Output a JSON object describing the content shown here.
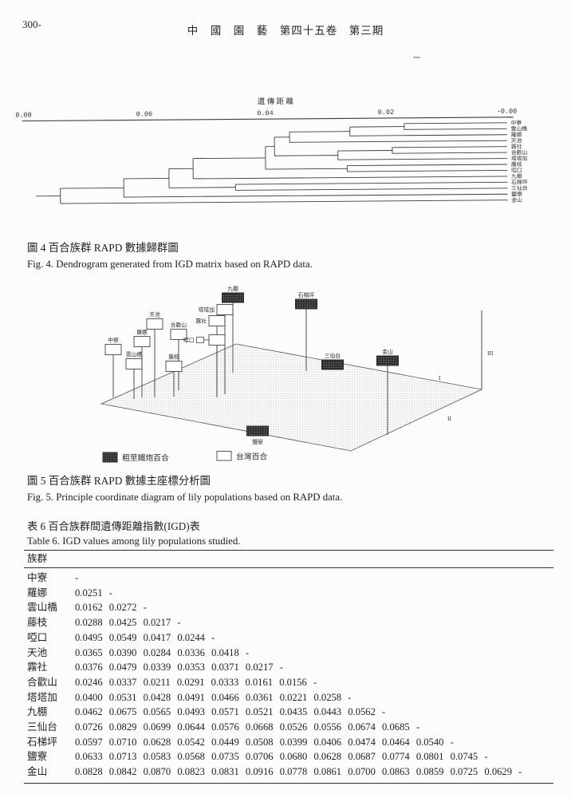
{
  "page": {
    "number": "300-",
    "journal": "中　國　園　藝　第四十五卷　第三期"
  },
  "figures": {
    "fig4": {
      "zh": "圖 4 百合族群 RAPD 數據歸群圖",
      "en": "Fig. 4. Dendrogram generated from IGD matrix based on RAPD data."
    },
    "fig5": {
      "zh": "圖 5 百合族群 RAPD 數據主座標分析圖",
      "en": "Fig. 5. Principle coordinate diagram of lily populations based on RAPD data."
    }
  },
  "table6": {
    "zh": "表 6 百合族群間遺傳距離指數(IGD)表",
    "en": "Table 6. IGD values among lily populations studied.",
    "row_header": "族群",
    "rows": [
      {
        "name": "中寮",
        "values": []
      },
      {
        "name": "羅娜",
        "values": [
          0.0251
        ]
      },
      {
        "name": "雲山橋",
        "values": [
          0.0162,
          0.0272
        ]
      },
      {
        "name": "藤枝",
        "values": [
          0.0288,
          0.0425,
          0.0217
        ]
      },
      {
        "name": "啞口",
        "values": [
          0.0495,
          0.0549,
          0.0417,
          0.0244
        ]
      },
      {
        "name": "天池",
        "values": [
          0.0365,
          0.039,
          0.0284,
          0.0336,
          0.0418
        ]
      },
      {
        "name": "霧社",
        "values": [
          0.0376,
          0.0479,
          0.0339,
          0.0353,
          0.0371,
          0.0217
        ]
      },
      {
        "name": "合歡山",
        "values": [
          0.0246,
          0.0337,
          0.0211,
          0.0291,
          0.0333,
          0.0161,
          0.0156
        ]
      },
      {
        "name": "塔塔加",
        "values": [
          0.04,
          0.0531,
          0.0428,
          0.0491,
          0.0466,
          0.0361,
          0.0221,
          0.0258
        ]
      },
      {
        "name": "九棚",
        "values": [
          0.0462,
          0.0675,
          0.0565,
          0.0493,
          0.0571,
          0.0521,
          0.0435,
          0.0443,
          0.0562
        ]
      },
      {
        "name": "三仙台",
        "values": [
          0.0726,
          0.0829,
          0.0699,
          0.0644,
          0.0576,
          0.0668,
          0.0526,
          0.0556,
          0.0674,
          0.0685
        ]
      },
      {
        "name": "石梯坪",
        "values": [
          0.0597,
          0.071,
          0.0628,
          0.0542,
          0.0449,
          0.0508,
          0.0399,
          0.0406,
          0.0474,
          0.0464,
          0.054
        ]
      },
      {
        "name": "鹽寮",
        "values": [
          0.0633,
          0.0713,
          0.0583,
          0.0568,
          0.0735,
          0.0706,
          0.068,
          0.0628,
          0.0687,
          0.0774,
          0.0801,
          0.0745
        ]
      },
      {
        "name": "金山",
        "values": [
          0.0828,
          0.0842,
          0.087,
          0.0823,
          0.0831,
          0.0916,
          0.0778,
          0.0861,
          0.07,
          0.0863,
          0.0859,
          0.0725,
          0.0629
        ]
      }
    ]
  },
  "chart_data": [
    {
      "type": "dendrogram",
      "title": "遺 傳 距 離",
      "xlabel_meaning": "genetic distance (IGD)",
      "axis_range": [
        0.08,
        0.0
      ],
      "axis_ticks": [
        {
          "label": "0.08",
          "value": 0.08
        },
        {
          "label": "0.06",
          "value": 0.06
        },
        {
          "label": "0.04",
          "value": 0.04
        },
        {
          "label": "0.02",
          "value": 0.02
        },
        {
          "label": "-0.00",
          "value": 0.0
        }
      ],
      "leaves": [
        "中寮",
        "雲山橋",
        "羅娜",
        "天池",
        "霧社",
        "合歡山",
        "塔塔加",
        "藤枝",
        "啞口",
        "九棚",
        "石梯坪",
        "三仙台",
        "鹽寮",
        "金山"
      ],
      "merges": [
        {
          "a": "中寮",
          "b": "雲山橋",
          "d": 0.017
        },
        {
          "a": "M0",
          "b": "羅娜",
          "d": 0.026
        },
        {
          "a": "M1",
          "b": "天池",
          "d": 0.036
        },
        {
          "a": "霧社",
          "b": "合歡山",
          "d": 0.019
        },
        {
          "a": "M3",
          "b": "塔塔加",
          "d": 0.028
        },
        {
          "a": "M2",
          "b": "M4",
          "d": 0.0385
        },
        {
          "a": "藤枝",
          "b": "啞口",
          "d": 0.0265
        },
        {
          "a": "M5",
          "b": "M6",
          "d": 0.04
        },
        {
          "a": "M7",
          "b": "九棚",
          "d": 0.052
        },
        {
          "a": "石梯坪",
          "b": "三仙台",
          "d": 0.045
        },
        {
          "a": "M8",
          "b": "M9",
          "d": 0.056
        },
        {
          "a": "M10",
          "b": "鹽寮",
          "d": 0.0635
        },
        {
          "a": "M11",
          "b": "金山",
          "d": 0.074
        }
      ],
      "root_tail": 0.078
    },
    {
      "type": "pcoa_3d_scatter",
      "axes": [
        "I",
        "II",
        "III"
      ],
      "legend": [
        {
          "label": "粗莖鐵炮百合",
          "style": "dark"
        },
        {
          "label": "台灣百合",
          "style": "white"
        }
      ],
      "plane": [
        [
          67,
          158
        ],
        [
          236,
          83
        ],
        [
          544,
          140
        ],
        [
          380,
          217
        ]
      ],
      "points": [
        {
          "label": "中寮",
          "style": "white",
          "box": [
            82,
            90
          ],
          "stick": 150,
          "label_pos": "above"
        },
        {
          "label": "雲山橋",
          "style": "white",
          "box": [
            108,
            108
          ],
          "stick": 152,
          "label_pos": "above"
        },
        {
          "label": "羅娜",
          "style": "white",
          "box": [
            118,
            80
          ],
          "stick": 150,
          "label_pos": "above"
        },
        {
          "label": "天池",
          "style": "white",
          "box": [
            134,
            58
          ],
          "stick": 150,
          "label_pos": "above"
        },
        {
          "label": "合歡山",
          "style": "white",
          "box": [
            164,
            71
          ],
          "stick": 141,
          "label_pos": "above"
        },
        {
          "label": "藤枝",
          "style": "white",
          "box": [
            158,
            111
          ],
          "stick": 149,
          "label_pos": "above"
        },
        {
          "label": "霧社",
          "style": "white",
          "box": [
            212,
            54
          ],
          "stick": 145,
          "label_pos": "left"
        },
        {
          "label": "塔塔加",
          "style": "white",
          "box": [
            222,
            40
          ],
          "stick": 146,
          "label_pos": "left"
        },
        {
          "label": "啞口",
          "style": "white",
          "box": [
            212,
            78
          ],
          "stick": 150,
          "label_pos": "left",
          "mini_box": [
            191,
            78
          ]
        },
        {
          "label": "九棚",
          "style": "dark",
          "box": [
            232,
            25
          ],
          "stick": 119,
          "label_pos": "above"
        },
        {
          "label": "石梯坪",
          "style": "dark",
          "box": [
            324,
            33
          ],
          "stick": 117,
          "label_pos": "above"
        },
        {
          "label": "三仙台",
          "style": "dark",
          "box": [
            357,
            109
          ],
          "stick": null,
          "label_pos": "above"
        },
        {
          "label": "金山",
          "style": "dark",
          "box": [
            426,
            104
          ],
          "stick": 197,
          "label_pos": "above"
        },
        {
          "label": "鹽寮",
          "style": "dark",
          "box": [
            263,
            192
          ],
          "stick": null,
          "label_pos": "below"
        }
      ],
      "colors": {
        "ink": "#2d2d2d",
        "plane_dot": "#9c9c9c",
        "dark_box": "#2e2e2e"
      }
    }
  ]
}
